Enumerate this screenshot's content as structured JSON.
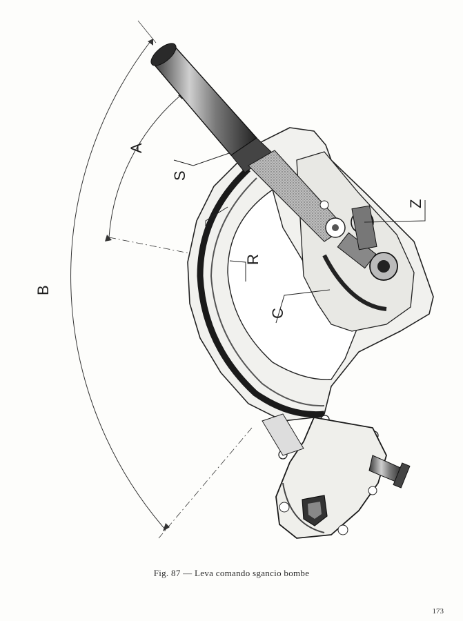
{
  "figure": {
    "labels": {
      "A": "A",
      "B": "B",
      "S": "S",
      "Z": "Z",
      "R": "R",
      "C": "C"
    },
    "emblem_icon": "shield-emblem-icon"
  },
  "caption": "Fig. 87 — Leva comando sgancio bombe",
  "page_number": "173"
}
